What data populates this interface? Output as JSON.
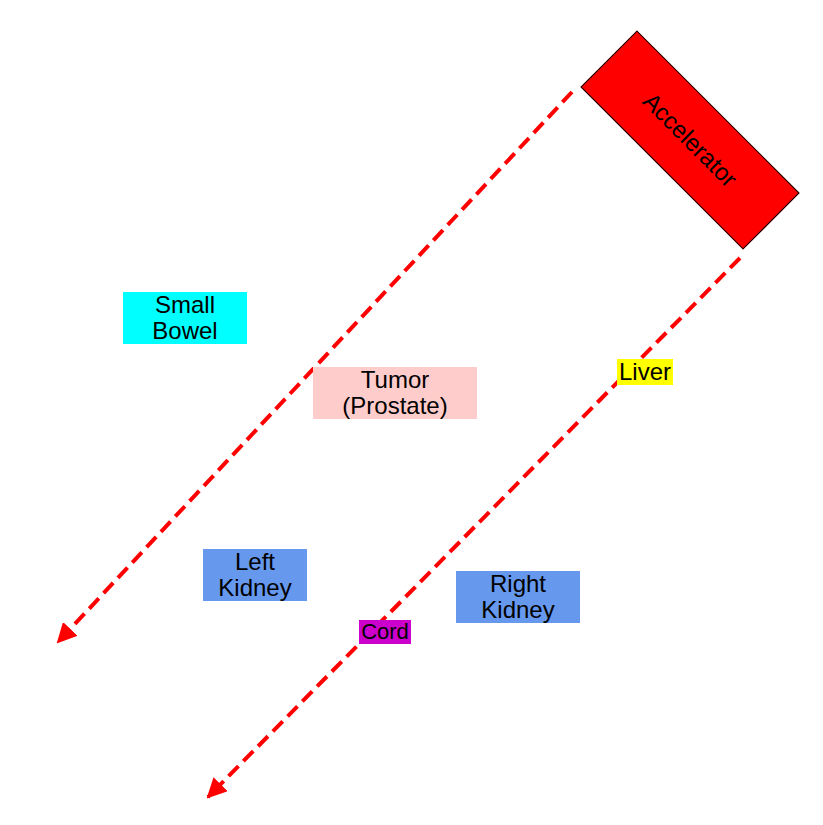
{
  "diagram": {
    "nodes": [
      {
        "text": [
          "Accelerator"
        ]
      },
      {
        "text": [
          "Small Bowel"
        ]
      },
      {
        "text": [
          "Liver"
        ]
      },
      {
        "text": [
          "Tumor (Prostate)"
        ]
      },
      {
        "text": [
          "Left Kidney"
        ]
      },
      {
        "text": [
          "Right Kidney"
        ]
      },
      {
        "text": [
          "Cord"
        ]
      }
    ]
  }
}
